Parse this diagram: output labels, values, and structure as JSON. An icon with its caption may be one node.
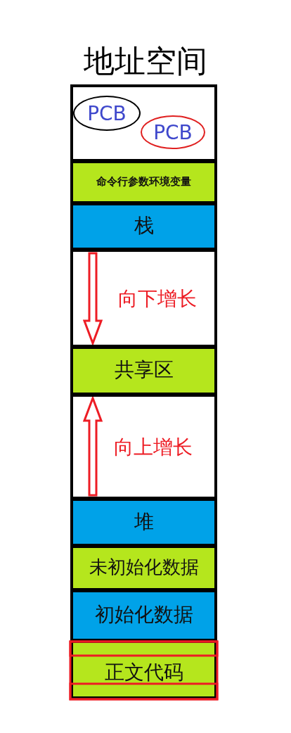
{
  "diagram": {
    "title": "地址空间",
    "nodes": [
      {
        "text": [],
        "shape": "box"
      },
      {
        "text": [
          "PCB"
        ],
        "in": 0
      },
      {
        "text": [
          "PCB"
        ],
        "in": 0
      },
      {
        "text": [
          "命令行参数环境变量"
        ]
      },
      {
        "text": [
          "栈"
        ]
      },
      {
        "text": [
          "向下增长"
        ]
      },
      {
        "text": [
          "共享区"
        ]
      },
      {
        "text": [
          "向上增长"
        ]
      },
      {
        "text": [
          "堆"
        ]
      },
      {
        "text": [
          "未初始化数据"
        ]
      },
      {
        "text": [
          "初始化数据"
        ]
      },
      {
        "text": [
          "正文代码"
        ]
      }
    ],
    "edges": [
      {
        "from": 4,
        "to": 6,
        "arrow": "to",
        "color": "#ed1c24"
      },
      {
        "from": 8,
        "to": 6,
        "arrow": "to",
        "color": "#ed1c24"
      }
    ]
  }
}
